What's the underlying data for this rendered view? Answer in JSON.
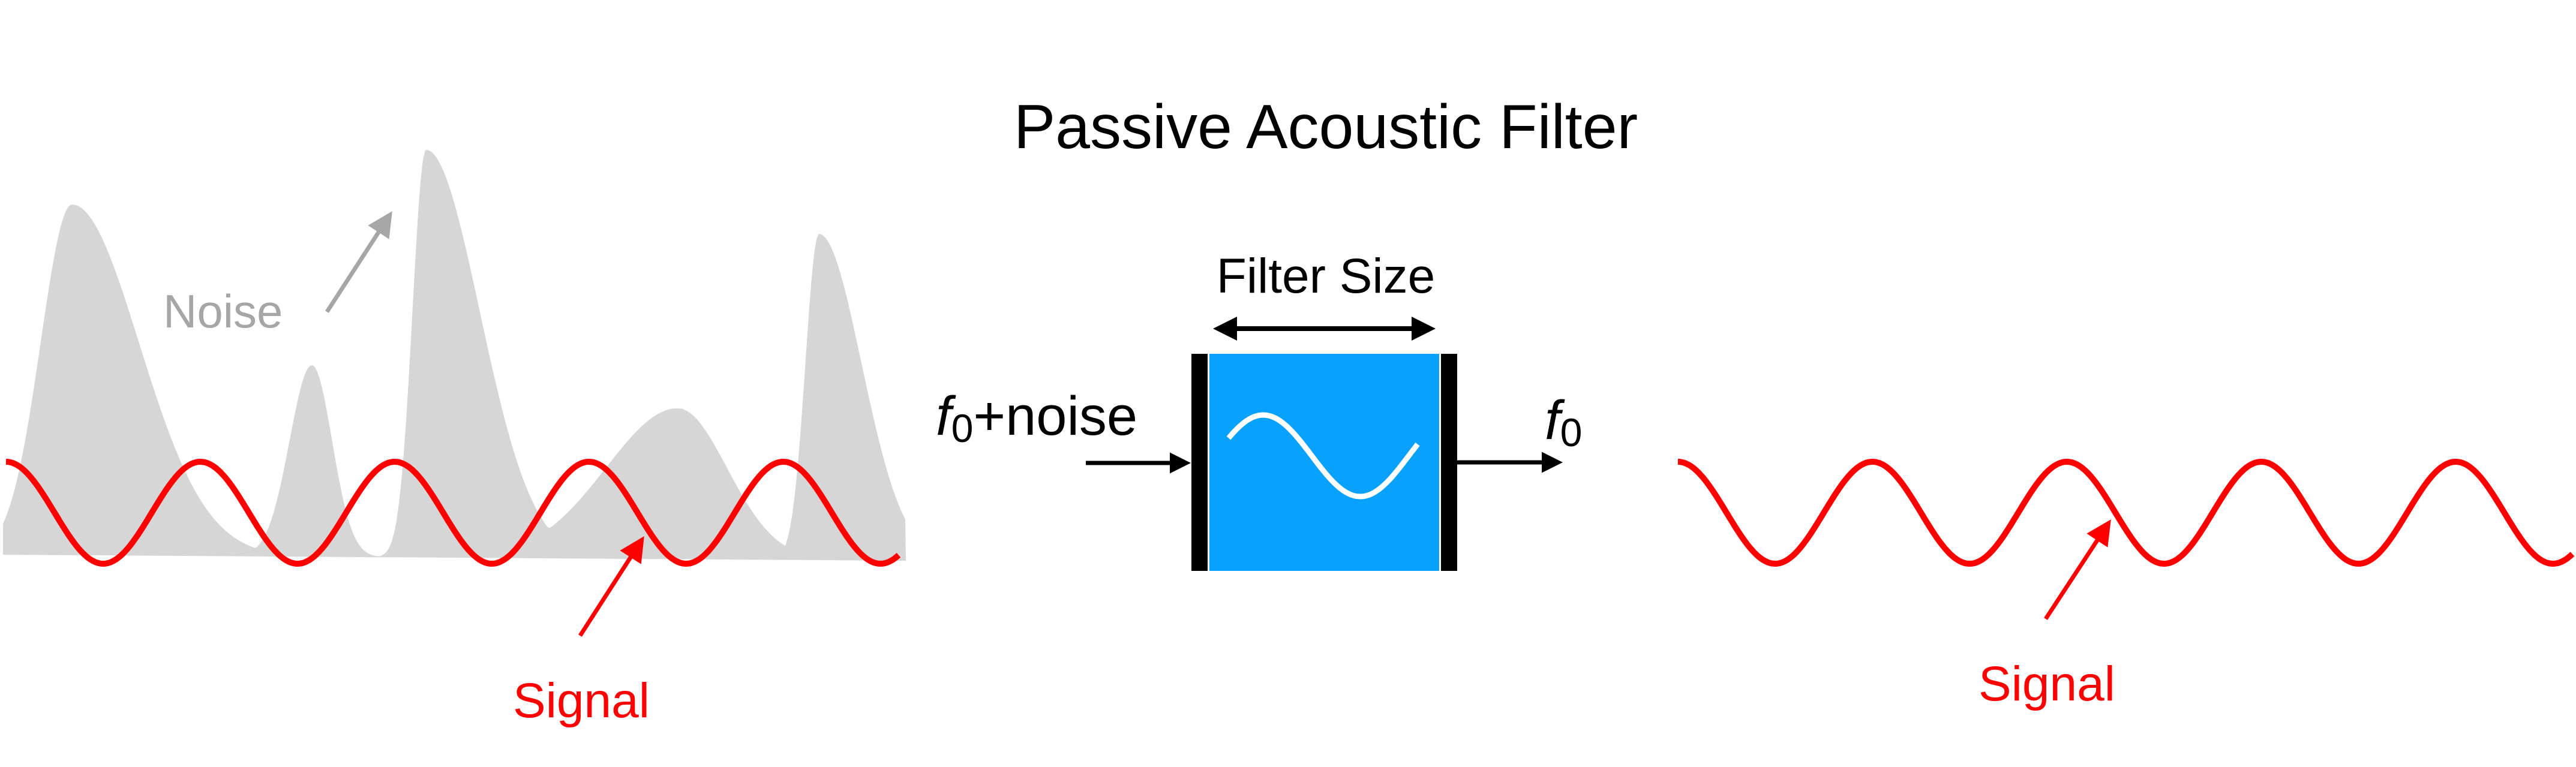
{
  "title": "Passive Acoustic Filter",
  "colors": {
    "noise_fill": "#d6d6d6",
    "noise_label": "#a6a6a6",
    "signal": "#ff0000",
    "filter_body": "#09a1fe",
    "filter_walls": "#000000",
    "filter_wave": "#ffffff",
    "text": "#000000"
  },
  "input_panel": {
    "noise_label": "Noise",
    "signal_label": "Signal",
    "noise_peaks_relative": [
      0.86,
      0.47,
      1.0,
      0.37,
      0.8
    ],
    "signal_cycles": 4.6
  },
  "filter": {
    "size_label": "Filter Size",
    "input_label": {
      "symbol": "f",
      "subscript": "0",
      "suffix": "+noise"
    },
    "output_label": {
      "symbol": "f",
      "subscript": "0"
    },
    "icon": "sine-wave-icon"
  },
  "output_panel": {
    "signal_label": "Signal",
    "signal_cycles": 4.6
  }
}
